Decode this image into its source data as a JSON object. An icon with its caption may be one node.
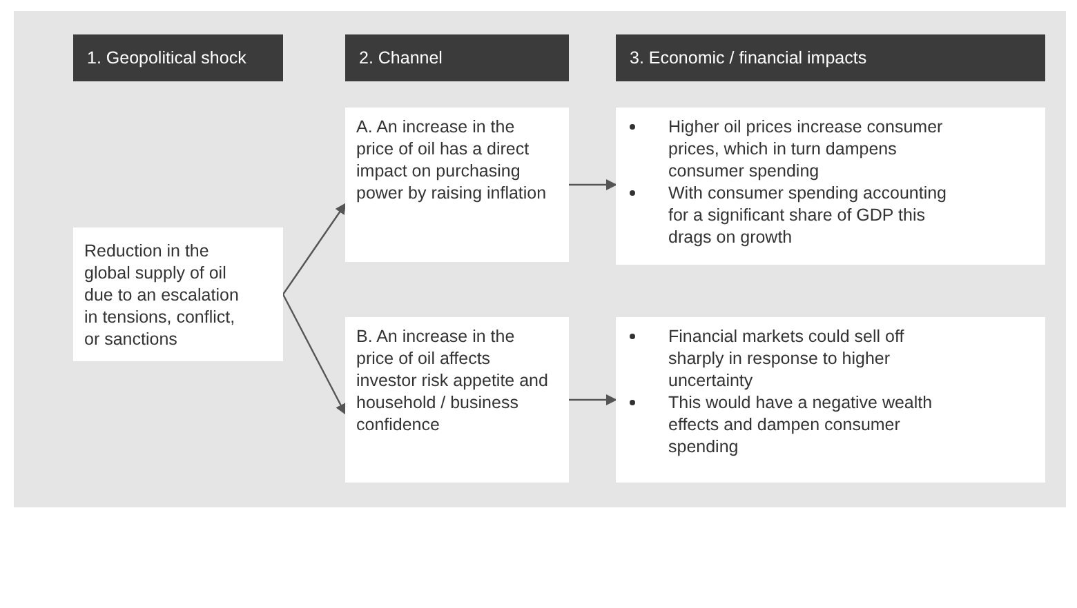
{
  "diagram": {
    "nodes": [
      {
        "text": [
          "1. Geopolitical shock"
        ]
      },
      {
        "text": [
          "2. Channel"
        ]
      },
      {
        "text": [
          "3. Economic / financial impacts"
        ]
      },
      {
        "text": [
          "Reduction in the global supply of oil due to an escalation in tensions, conflict, or sanctions"
        ]
      },
      {
        "text": [
          "A. An increase in the price of oil has a direct impact on purchasing power by raising inflation"
        ]
      },
      {
        "text": [
          "Higher oil prices increase consumer prices, which in turn dampens consumer spending",
          "With consumer spending accounting for a significant share of GDP this drags on growth"
        ]
      },
      {
        "text": [
          "B. An increase in the price of oil affects investor risk appetite and household / business confidence"
        ]
      },
      {
        "text": [
          "Financial markets could sell off sharply in response to higher uncertainty",
          "This would have a negative wealth effects and dampen consumer spending"
        ]
      }
    ],
    "edges": [
      {
        "from": 3,
        "to": 4,
        "arrow": "to"
      },
      {
        "from": 3,
        "to": 6,
        "arrow": "to"
      },
      {
        "from": 4,
        "to": 5,
        "arrow": "to"
      },
      {
        "from": 6,
        "to": 7,
        "arrow": "to"
      }
    ]
  }
}
